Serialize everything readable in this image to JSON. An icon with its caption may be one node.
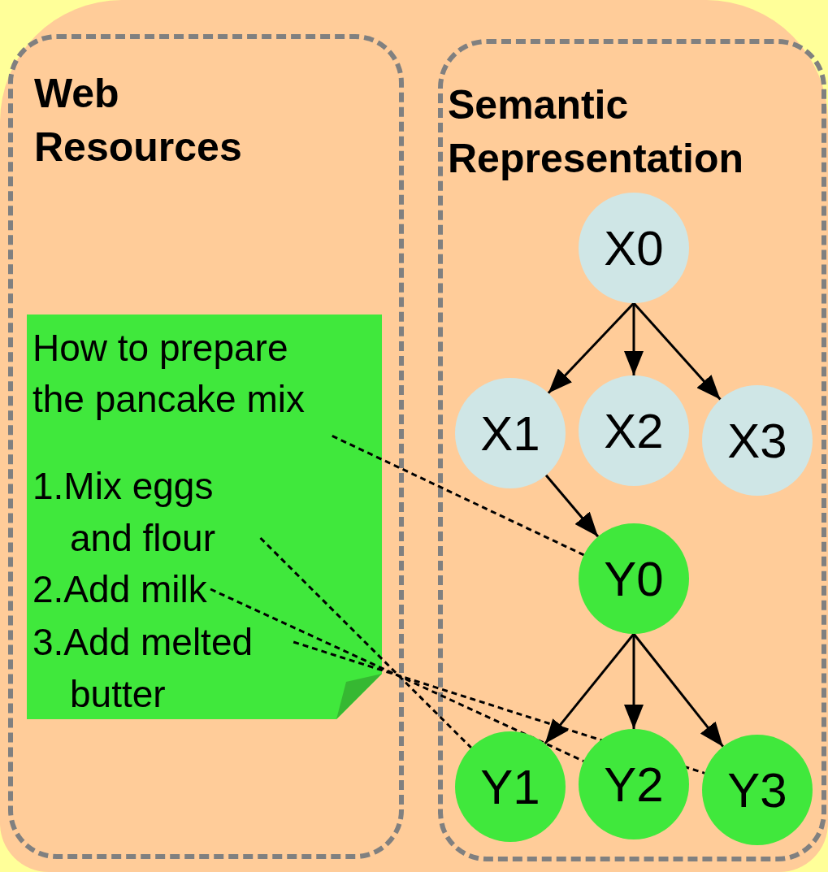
{
  "diagram": {
    "nodes": [
      {
        "text": [
          "Web Resources"
        ]
      },
      {
        "text": [
          "Semantic Representation"
        ]
      },
      {
        "text": [
          "How to prepare the pancake mix"
        ],
        "in": 0
      },
      {
        "text": [
          "1.Mix eggs and flour"
        ],
        "in": 2
      },
      {
        "text": [
          "2.Add milk"
        ],
        "in": 2
      },
      {
        "text": [
          "3.Add melted butter"
        ],
        "in": 2
      },
      {
        "text": [
          "X0"
        ],
        "in": 1
      },
      {
        "text": [
          "X1"
        ],
        "in": 1
      },
      {
        "text": [
          "X2"
        ],
        "in": 1
      },
      {
        "text": [
          "X3"
        ],
        "in": 1
      },
      {
        "text": [
          "Y0"
        ],
        "in": 1
      },
      {
        "text": [
          "Y1"
        ],
        "in": 1
      },
      {
        "text": [
          "Y2"
        ],
        "in": 1
      },
      {
        "text": [
          "Y3"
        ],
        "in": 1
      }
    ],
    "edges": [
      {
        "from": 6,
        "to": 7,
        "arrow": "to"
      },
      {
        "from": 6,
        "to": 8,
        "arrow": "to"
      },
      {
        "from": 6,
        "to": 9,
        "arrow": "to"
      },
      {
        "from": 7,
        "to": 10,
        "arrow": "to"
      },
      {
        "from": 10,
        "to": 11,
        "arrow": "to"
      },
      {
        "from": 10,
        "to": 12,
        "arrow": "to"
      },
      {
        "from": 10,
        "to": 13,
        "arrow": "to"
      },
      {
        "from": 2,
        "to": 10,
        "arrow": "none",
        "style": "dashed"
      },
      {
        "from": 3,
        "to": 11,
        "arrow": "none",
        "style": "dashed"
      },
      {
        "from": 4,
        "to": 12,
        "arrow": "none",
        "style": "dashed"
      },
      {
        "from": 5,
        "to": 13,
        "arrow": "none",
        "style": "dashed"
      }
    ]
  }
}
